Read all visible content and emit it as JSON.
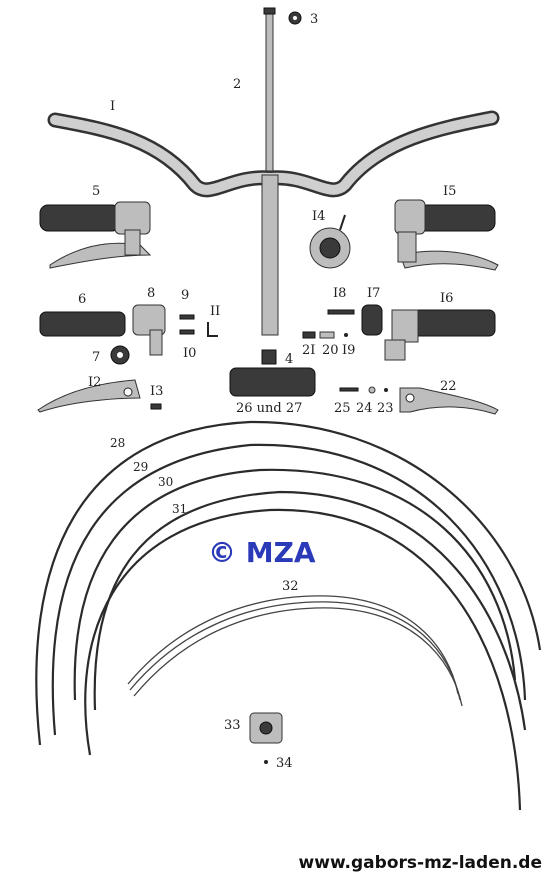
{
  "diagram": {
    "part_labels": {
      "p1": "I",
      "p2": "2",
      "p3": "3",
      "p4": "4",
      "p5": "5",
      "p6": "6",
      "p7": "7",
      "p8": "8",
      "p9": "9",
      "p10": "I0",
      "p11": "II",
      "p12": "I2",
      "p13": "I3",
      "p14": "I4",
      "p15": "I5",
      "p16": "I6",
      "p17": "I7",
      "p18": "I8",
      "p19": "I9",
      "p20": "20",
      "p21": "2I",
      "p22": "22",
      "p23": "23",
      "p24": "24",
      "p25": "25",
      "p26_27": "26 und 27",
      "p28": "28",
      "p29": "29",
      "p30": "30",
      "p31": "31",
      "p32": "32",
      "p33": "33",
      "p34": "34"
    },
    "copyright": "© MZA",
    "website": "www.gabors-mz-laden.de"
  }
}
